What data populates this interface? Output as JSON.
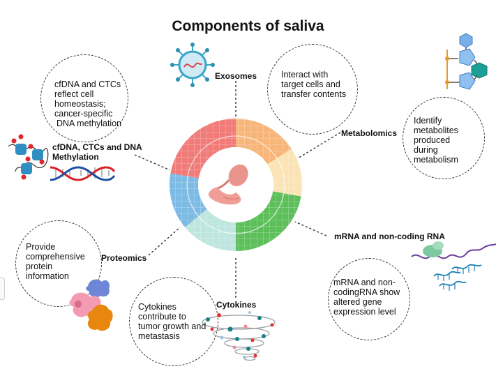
{
  "title": "Components of saliva",
  "components": {
    "exosomes": {
      "label": "Exosomes",
      "description": "Interact with target cells and transfer contents"
    },
    "metabolomics": {
      "label": "Metabolomics",
      "description": "Identify metabolites produced during metabolism"
    },
    "cfdna": {
      "label_line1": "cfDNA, CTCs and DNA",
      "label_line2": "Methylation",
      "description_lines": [
        "cfDNA and CTCs",
        "reflect cell",
        "homeostasis;",
        "cancer-specific",
        "DNA methylation"
      ]
    },
    "mrna": {
      "label": "mRNA and non-coding RNA",
      "description_lines": [
        "mRNA and non-",
        "codingRNA show",
        "altered gene",
        "expression level"
      ]
    },
    "proteomics": {
      "label": "Proteomics",
      "description_lines": [
        "Provide",
        "comprehensive",
        "protein",
        "information"
      ]
    },
    "cytokines": {
      "label": "Cytokines",
      "description_lines": [
        "Cytokines",
        "contribute to",
        "tumor growth and",
        "metastasis"
      ]
    }
  },
  "colors": {
    "exosomes_segment": "#f07b78",
    "metabolomics_segment": "#f7b57a",
    "rna_segment_light": "#fbe3b4",
    "rna_segment_green": "#5cbf5a",
    "cytokines_segment": "#bfe6de",
    "proteomics_segment": "#7dbbe4",
    "gland_center": "#e9948c"
  },
  "icons": [
    "exosome-icon",
    "metabolite-molecule-icon",
    "dna-helix-icon",
    "nucleosome-icon",
    "rna-strand-icon",
    "protein-complex-icon",
    "cytokine-tornado-icon",
    "salivary-gland-icon"
  ]
}
